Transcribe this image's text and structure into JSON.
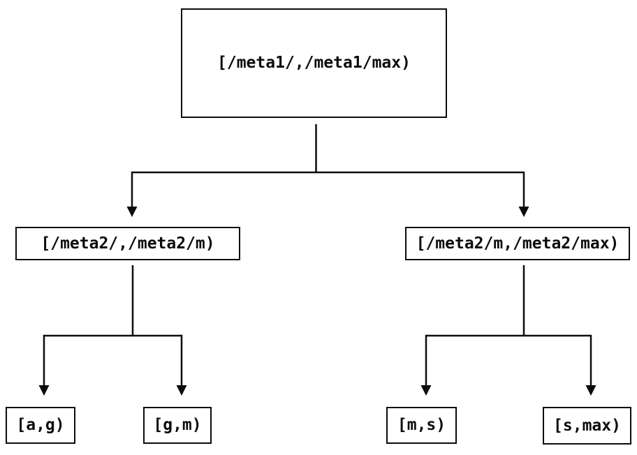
{
  "diagram": {
    "type": "tree",
    "background_color": "#ffffff",
    "line_color": "#0c0c0c",
    "text_color": "#0c0c0c",
    "nodes": {
      "root": {
        "label": "[/meta1/,/meta1/max)"
      },
      "level2_left": {
        "label": "[/meta2/,/meta2/m)"
      },
      "level2_right": {
        "label": "[/meta2/m,/meta2/max)"
      },
      "leaf_ag": {
        "label": "[a,g)"
      },
      "leaf_gm": {
        "label": "[g,m)"
      },
      "leaf_ms": {
        "label": "[m,s)"
      },
      "leaf_smax": {
        "label": "[s,max)"
      }
    },
    "edges": [
      {
        "from": "root",
        "to": "level2_left"
      },
      {
        "from": "root",
        "to": "level2_right"
      },
      {
        "from": "level2_left",
        "to": "leaf_ag"
      },
      {
        "from": "level2_left",
        "to": "leaf_gm"
      },
      {
        "from": "level2_right",
        "to": "leaf_ms"
      },
      {
        "from": "level2_right",
        "to": "leaf_smax"
      }
    ]
  }
}
